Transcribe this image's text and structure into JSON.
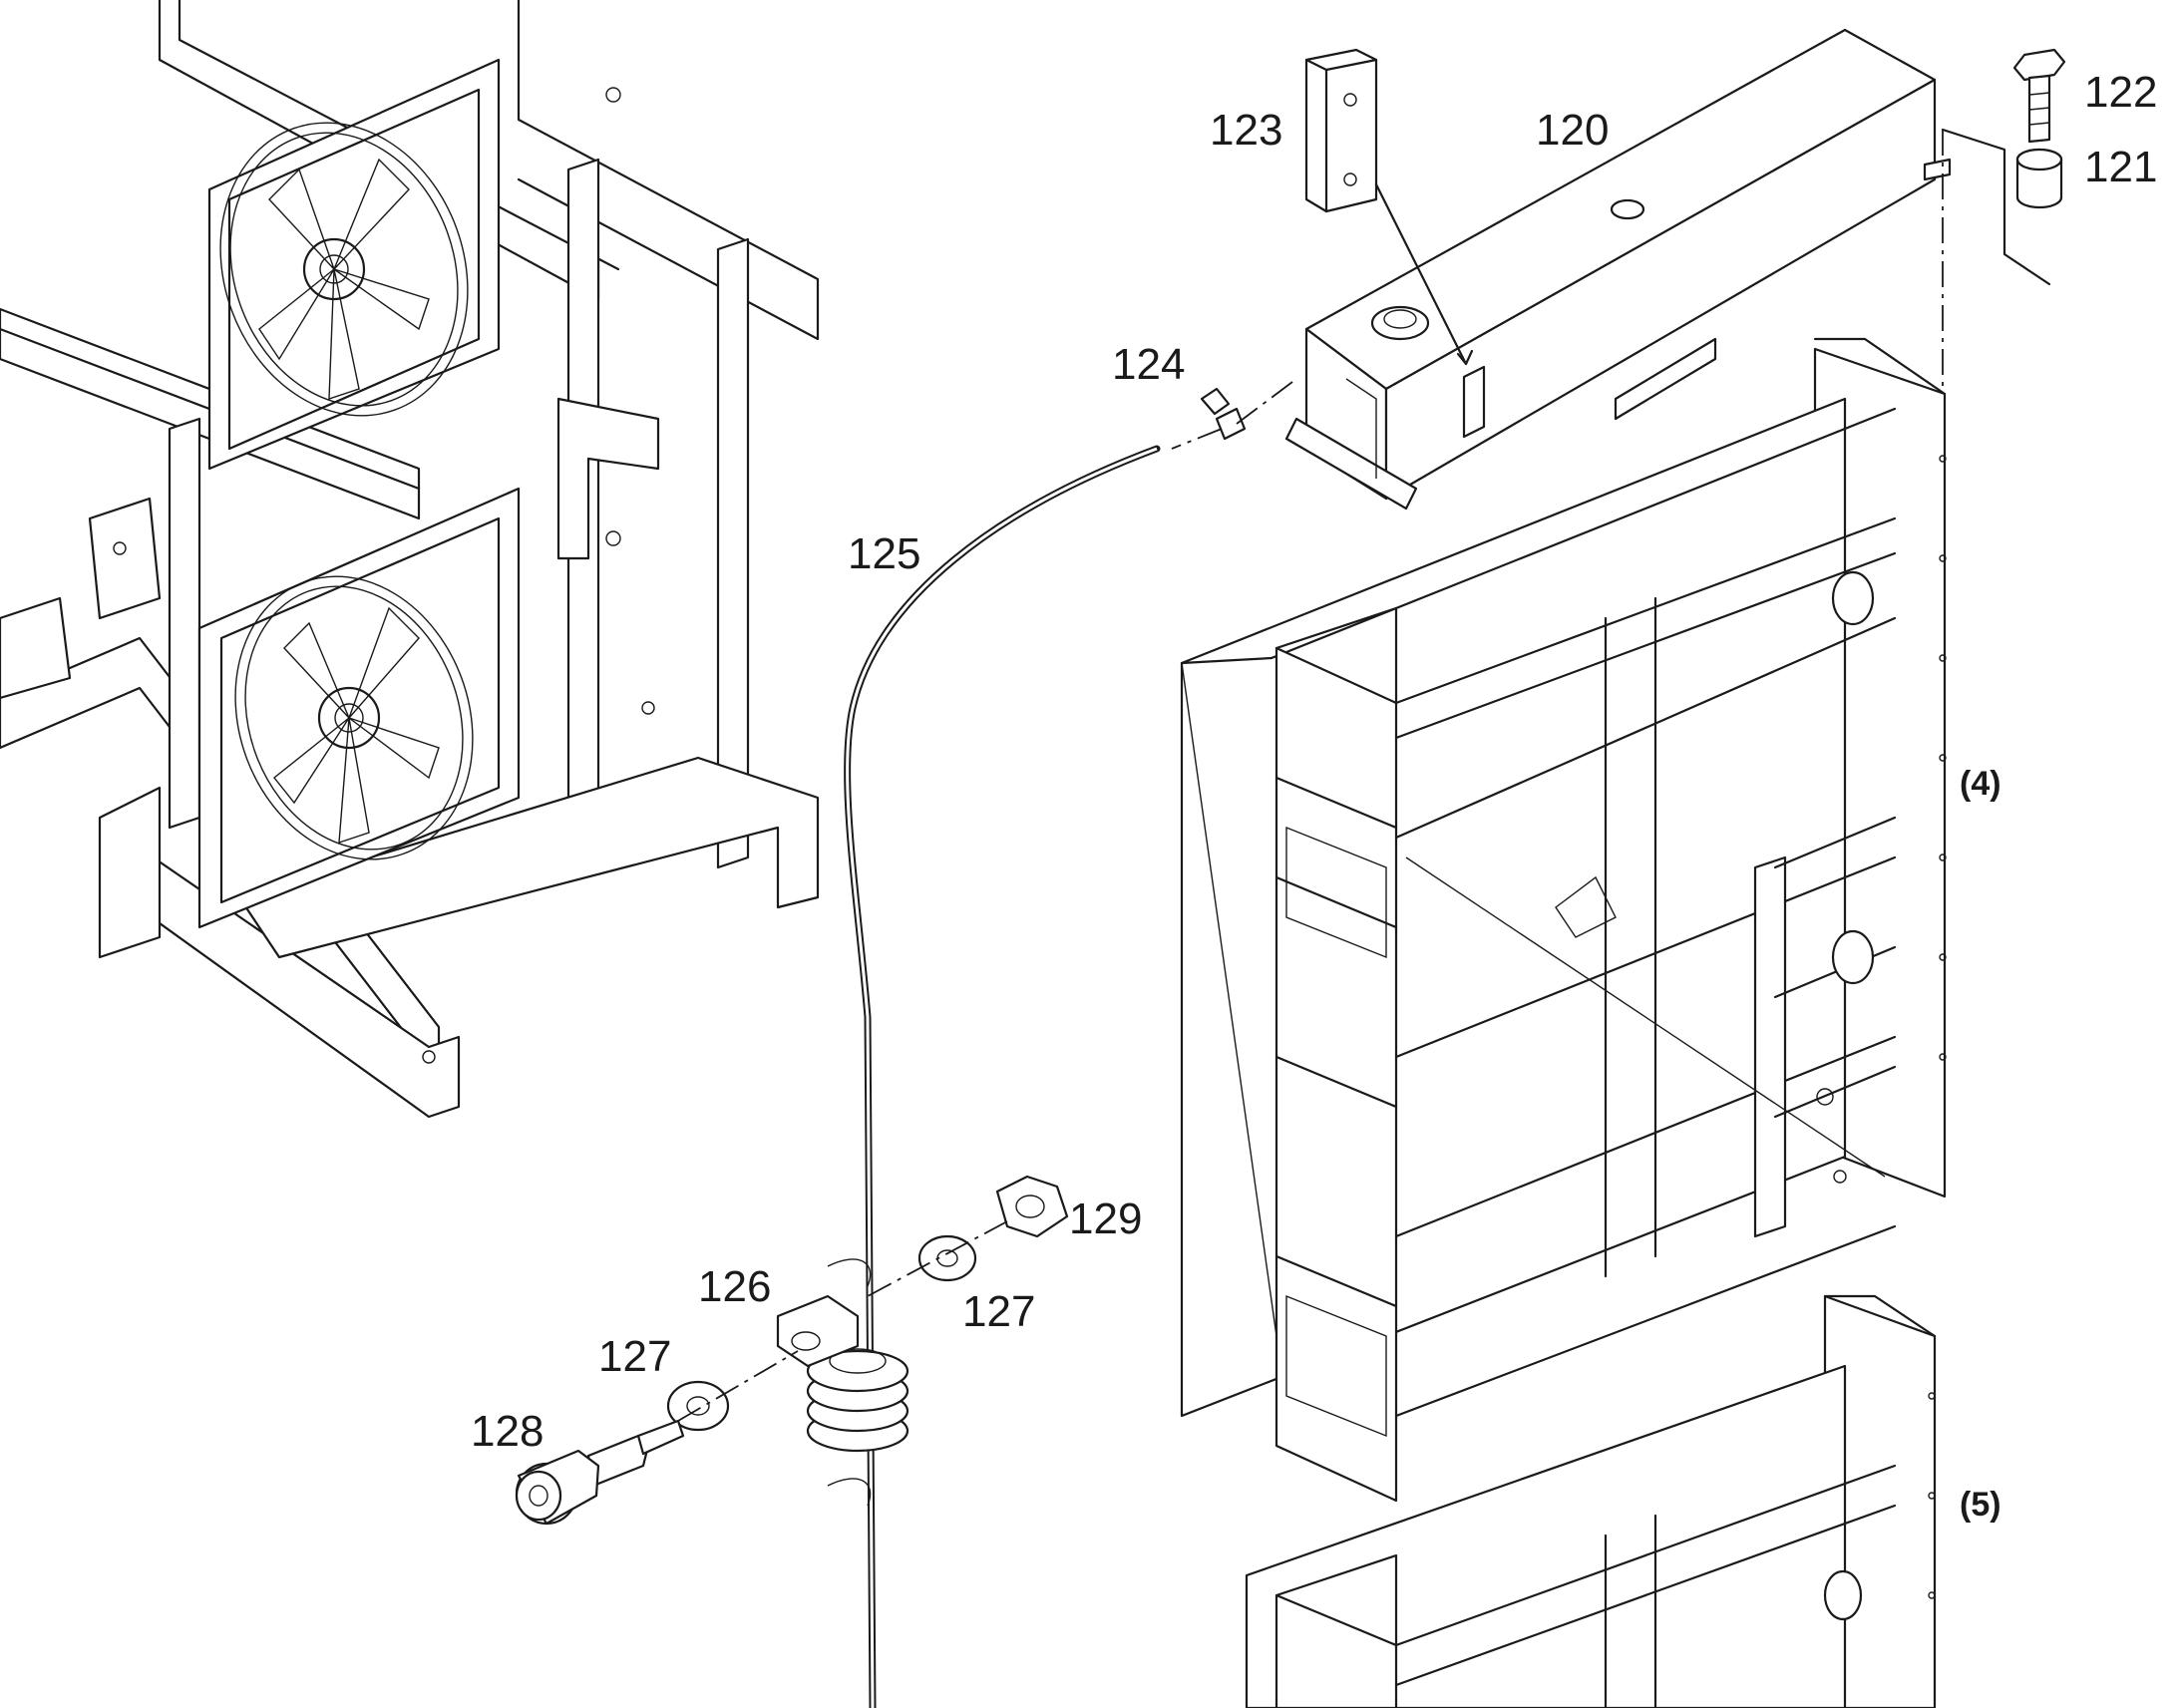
{
  "callouts": {
    "c120": "120",
    "c121": "121",
    "c122": "122",
    "c123": "123",
    "c124": "124",
    "c125": "125",
    "c126": "126",
    "c127a": "127",
    "c127b": "127",
    "c128": "128",
    "c129": "129"
  },
  "refs": {
    "r4": "(4)",
    "r5": "(5)"
  },
  "colors": {
    "line": "#1a1a1a",
    "background": "#ffffff"
  }
}
